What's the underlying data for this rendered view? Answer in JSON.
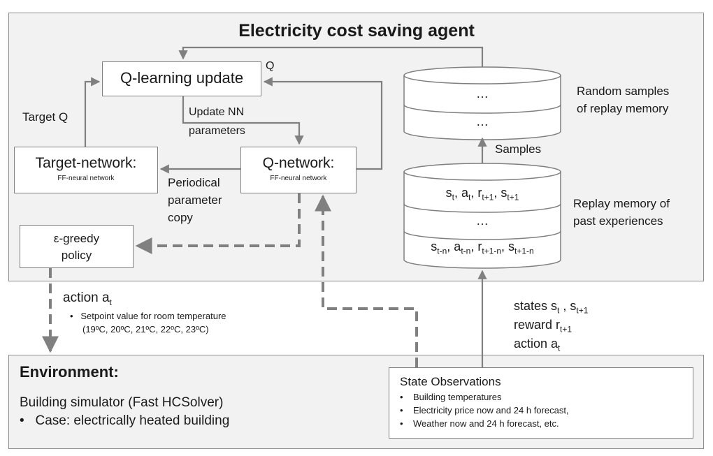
{
  "agent": {
    "title": "Electricity cost saving agent",
    "q_update": "Q-learning update",
    "q_label": "Q",
    "target_q": "Target Q",
    "update_nn_line1": "Update NN",
    "update_nn_line2": "parameters",
    "target_network": "Target-network:",
    "target_network_sub": "FF-neural network",
    "q_network": "Q-network:",
    "q_network_sub": "FF-neural network",
    "periodic_line1": "Periodical",
    "periodic_line2": "parameter",
    "periodic_line3": "copy",
    "policy_line1": "ε-greedy",
    "policy_line2": "policy",
    "samples": "Samples",
    "random_line1": "Random samples",
    "random_line2": "of replay memory",
    "dots": "…",
    "replay_line1": "Replay memory of",
    "replay_line2": "past experiences"
  },
  "action": {
    "label": "action a",
    "sub": "t",
    "bullet1": "Setpoint value  for room temperature",
    "bullet2": "(19ºC, 20ºC, 21ºC, 22ºC, 23ºC)"
  },
  "feedback": {
    "states": "states s",
    "states_sub1": "t",
    "states_mid": " , s",
    "states_sub2": "t+1",
    "reward": "reward r",
    "reward_sub": "t+1",
    "action": "action a",
    "action_sub": "t"
  },
  "environment": {
    "title": "Environment:",
    "line1": "Building simulator (Fast HCSolver)",
    "bullet": "Case: electrically heated building",
    "obs_title": "State Observations",
    "obs_items": [
      "Building temperatures",
      "Electricity price now and 24 h forecast,",
      "Weather now and 24 h forecast, etc."
    ]
  },
  "colors": {
    "panel": "#f2f2f2",
    "border": "#8c8c8c",
    "arrow": "#808080"
  }
}
